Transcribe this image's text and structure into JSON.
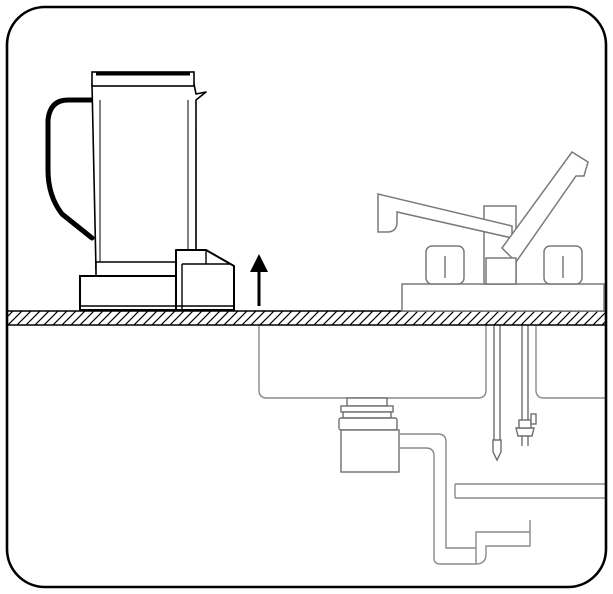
{
  "diagram": {
    "labels": [],
    "icons": {
      "border": "rounded-frame",
      "appliance": "blender-icon",
      "movement": "up-arrow-icon",
      "countertop": "countertop",
      "faucet": "faucet-icon",
      "sink": "sink-basin",
      "disposer": "garbage-disposer-icon",
      "drain": "drain-pipe"
    },
    "colors": {
      "line": "#000000",
      "fixture": "#6e6e6e",
      "light_line": "#aaaaaa",
      "background": "#ffffff"
    }
  }
}
